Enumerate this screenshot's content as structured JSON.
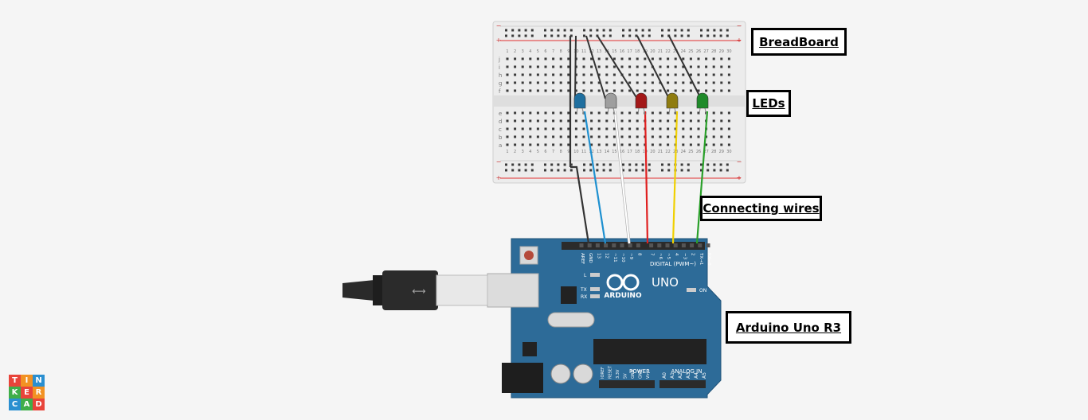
{
  "labels": {
    "breadboard": "BreadBoard",
    "leds": "LEDs",
    "connecting_wires": "Connecting wires",
    "arduino": "Arduino Uno R3"
  },
  "board": {
    "brand": "ARDUINO",
    "model": "UNO",
    "digital_header": "DIGITAL (PWM~)",
    "power_header": "POWER",
    "analog_header": "ANALOG IN",
    "on_label": "ON",
    "l_label": "L",
    "tx_label": "TX",
    "rx_label": "RX",
    "digital_pins": [
      "AREF",
      "GND",
      "13",
      "12",
      "~11",
      "~10",
      "~9",
      "8",
      "7",
      "~6",
      "~5",
      "4",
      "~3",
      "2",
      "TX→1",
      "RX←0"
    ],
    "power_pins": [
      "IOREF",
      "RESET",
      "3.3V",
      "5V",
      "GND",
      "GND",
      "Vin"
    ],
    "analog_pins": [
      "A0",
      "A1",
      "A2",
      "A3",
      "A4",
      "A5"
    ]
  },
  "breadboard": {
    "row_letters_top": [
      "j",
      "i",
      "h",
      "g",
      "f"
    ],
    "row_letters_bottom": [
      "e",
      "d",
      "c",
      "b",
      "a"
    ],
    "column_numbers": [
      "1",
      "2",
      "3",
      "4",
      "5",
      "6",
      "7",
      "8",
      "9",
      "10",
      "11",
      "12",
      "13",
      "14",
      "15",
      "16",
      "17",
      "18",
      "19",
      "20",
      "21",
      "22",
      "23",
      "24",
      "25",
      "26",
      "27",
      "28",
      "29",
      "30"
    ],
    "rail_plus": "+",
    "rail_minus": "−"
  },
  "leds": [
    {
      "name": "blue",
      "color": "#1f6f9f"
    },
    {
      "name": "white",
      "color": "#9e9e9e"
    },
    {
      "name": "red",
      "color": "#a31818"
    },
    {
      "name": "yellow",
      "color": "#8f7c10"
    },
    {
      "name": "green",
      "color": "#1f8a2a"
    }
  ],
  "wires": {
    "colors": [
      "#333333",
      "#1e90d0",
      "#ffffff",
      "#e02020",
      "#f0d000",
      "#2aa02a"
    ]
  },
  "logo": {
    "letters": [
      "T",
      "I",
      "N",
      "K",
      "E",
      "R",
      "C",
      "A",
      "D"
    ],
    "colors": [
      "#e8443a",
      "#f29223",
      "#2a8fd0",
      "#3fae49",
      "#e8443a",
      "#f29223",
      "#2a8fd0",
      "#3fae49",
      "#e8443a"
    ]
  },
  "colors": {
    "board_blue": "#2d6b98",
    "background": "#f5f5f5"
  }
}
